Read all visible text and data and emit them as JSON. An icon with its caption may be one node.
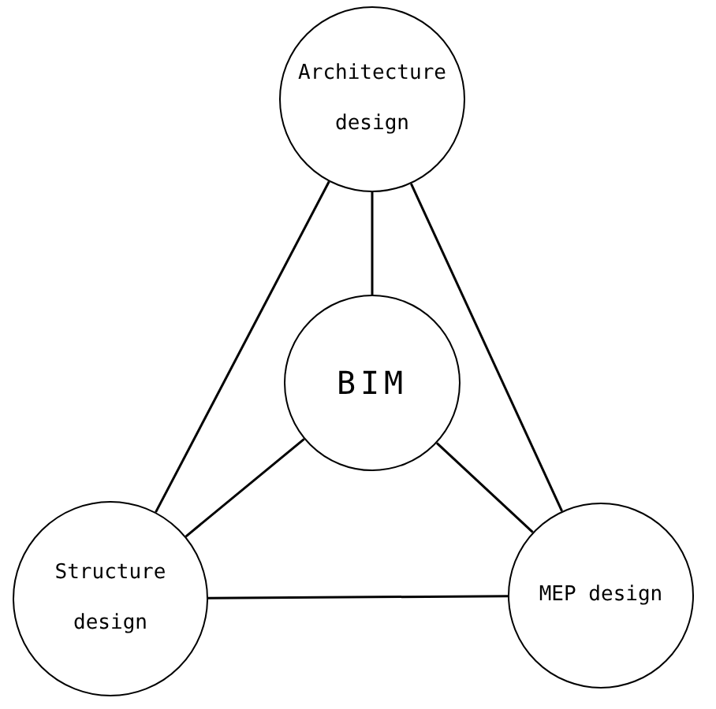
{
  "diagram": {
    "nodes": [
      {
        "text": [
          "Architecture design"
        ]
      },
      {
        "text": [
          "BIM"
        ]
      },
      {
        "text": [
          "Structure design"
        ]
      },
      {
        "text": [
          "MEP design"
        ]
      }
    ],
    "edges": [
      {
        "from": 0,
        "to": 1,
        "arrow": "none"
      },
      {
        "from": 0,
        "to": 2,
        "arrow": "none"
      },
      {
        "from": 0,
        "to": 3,
        "arrow": "none"
      },
      {
        "from": 1,
        "to": 2,
        "arrow": "none"
      },
      {
        "from": 1,
        "to": 3,
        "arrow": "none"
      },
      {
        "from": 2,
        "to": 3,
        "arrow": "none"
      }
    ]
  }
}
